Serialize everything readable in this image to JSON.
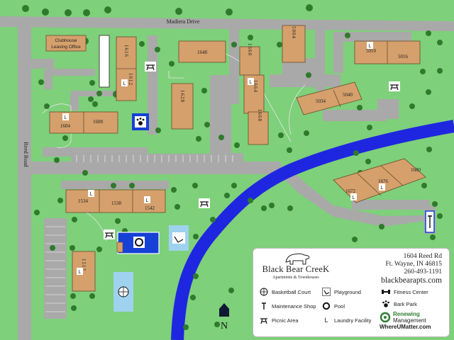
{
  "streets": {
    "madeira": "Madiera Drive",
    "reed": "Reed Road"
  },
  "clubhouse": {
    "line1": "Clubhouse",
    "line2": "Leasing Office"
  },
  "buildings": {
    "b1616": "1616",
    "b1612": "1612",
    "b1648": "1648",
    "b1660": "1660",
    "b1664": "1664",
    "b1668": "1668",
    "b1628": "1628",
    "b1604": "1604",
    "b1608": "1608",
    "b5004": "5004",
    "b5010": "5010",
    "b5016": "5016",
    "b5034": "5034",
    "b5040": "5040",
    "b1534": "1534",
    "b1538": "1538",
    "b1542": "1542",
    "b1512": "1512",
    "b1672": "1672",
    "b1676": "1676",
    "b1680": "1680"
  },
  "laundry_marker": "L",
  "north": "N",
  "brand": {
    "name": "Black Bear CreeK",
    "tagline": "Apartments & Townhouses"
  },
  "address": {
    "street": "1604 Reed Rd",
    "city": "Ft. Wayne, IN 46815",
    "phone": "260-493-1191",
    "web": "blackbearapts.com"
  },
  "legend": {
    "basketball": "Basketball Court",
    "maintenance": "Maintenance Shop",
    "picnic": "Picnic Area",
    "playground": "Playground",
    "pool": "Pool",
    "laundry": "Laundry Facility",
    "fitness": "Fitness Center",
    "bark": "Bark Park"
  },
  "renewing": {
    "line1": "Renewing",
    "line2": "Management",
    "web": "WhereUMatter.com"
  },
  "colors": {
    "grass": "#7ed07a",
    "road": "#a9a9a9",
    "building": "#d5a06c",
    "creek": "#1f26e0",
    "pool": "#1640d6",
    "tree": "#2f7a2c"
  }
}
